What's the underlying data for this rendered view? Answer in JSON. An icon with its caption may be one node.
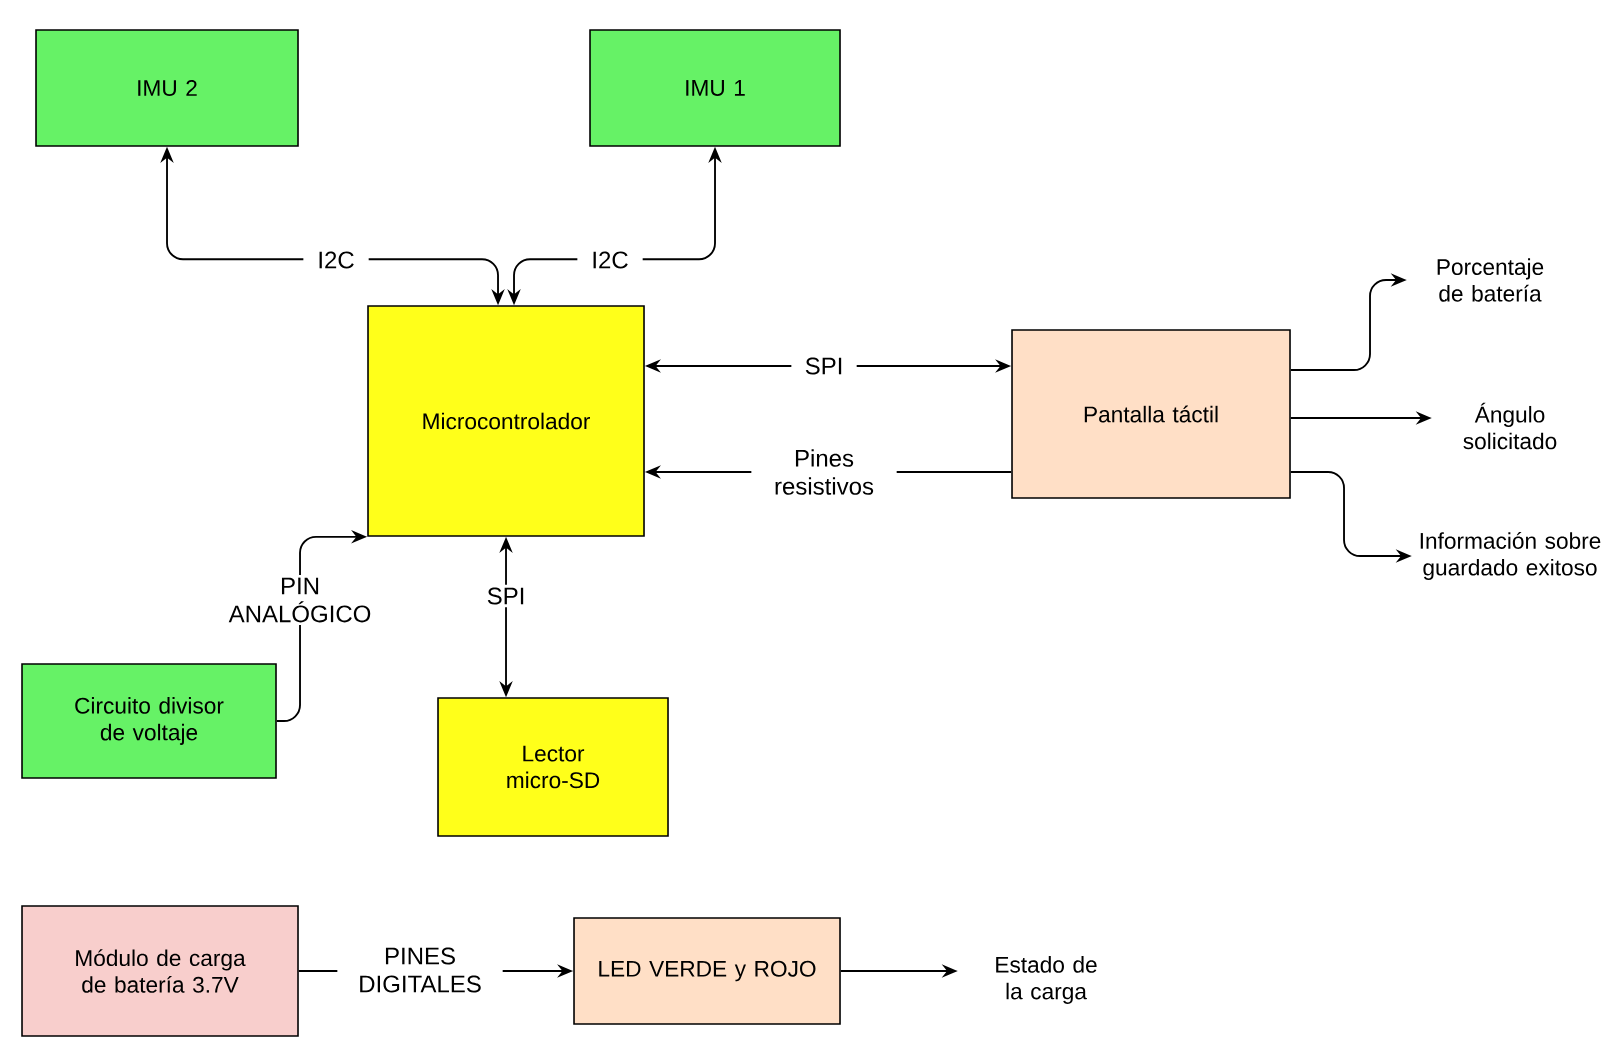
{
  "diagram": {
    "nodes": [
      {
        "text": [
          "IMU 2"
        ]
      },
      {
        "text": [
          "IMU 1"
        ]
      },
      {
        "text": [
          "Microcontrolador"
        ]
      },
      {
        "text": [
          "Pantalla táctil"
        ]
      },
      {
        "text": [
          "Porcentaje de batería"
        ]
      },
      {
        "text": [
          "Ángulo solicitado"
        ]
      },
      {
        "text": [
          "Información sobre guardado exitoso"
        ]
      },
      {
        "text": [
          "Circuito divisor de voltaje"
        ]
      },
      {
        "text": [
          "Lector micro-SD"
        ]
      },
      {
        "text": [
          "Módulo de carga de batería 3.7V"
        ]
      },
      {
        "text": [
          "LED VERDE y ROJO"
        ]
      },
      {
        "text": [
          "Estado de la carga"
        ]
      }
    ],
    "edges": [
      {
        "from": 2,
        "to": 0,
        "arrow": "both",
        "label": "I2C"
      },
      {
        "from": 2,
        "to": 1,
        "arrow": "both",
        "label": "I2C"
      },
      {
        "from": 2,
        "to": 3,
        "arrow": "both",
        "label": "SPI"
      },
      {
        "from": 3,
        "to": 2,
        "arrow": "to",
        "label": "Pines resistivos"
      },
      {
        "from": 3,
        "to": 4,
        "arrow": "to"
      },
      {
        "from": 3,
        "to": 5,
        "arrow": "to"
      },
      {
        "from": 3,
        "to": 6,
        "arrow": "to"
      },
      {
        "from": 7,
        "to": 2,
        "arrow": "to",
        "label": "PIN ANALÓGICO"
      },
      {
        "from": 2,
        "to": 8,
        "arrow": "both",
        "label": "SPI"
      },
      {
        "from": 9,
        "to": 10,
        "arrow": "to",
        "label": "PINES DIGITALES"
      },
      {
        "from": 10,
        "to": 11,
        "arrow": "to"
      }
    ]
  }
}
